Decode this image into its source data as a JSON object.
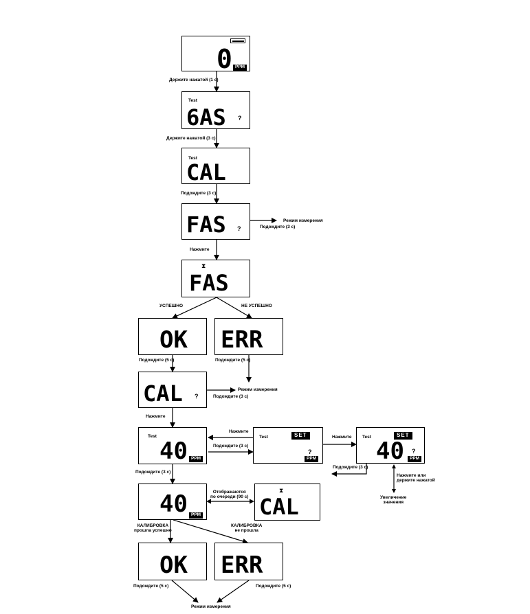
{
  "screens": {
    "s1": {
      "value": "0",
      "unit": "PPM"
    },
    "s2": {
      "test": "Test",
      "value": "6AS",
      "q": "?"
    },
    "s3": {
      "test": "Test",
      "value": "CAL"
    },
    "s4": {
      "value": "FAS",
      "q": "?"
    },
    "s5": {
      "value": "FAS"
    },
    "s6a": {
      "value": "OK"
    },
    "s6b": {
      "value": "ERR"
    },
    "s7": {
      "value": "CAL",
      "q": "?"
    },
    "s8": {
      "test": "Test",
      "value": "40",
      "unit": "PPM"
    },
    "s8b": {
      "test": "Test",
      "set": "SET",
      "q": "?",
      "unit": "PPM"
    },
    "s8c": {
      "test": "Test",
      "set": "SET",
      "value": "40",
      "q": "?",
      "unit": "PPM"
    },
    "s9": {
      "value": "40",
      "unit": "PPM"
    },
    "s9b": {
      "value": "CAL"
    },
    "s10a": {
      "value": "OK"
    },
    "s10b": {
      "value": "ERR"
    }
  },
  "labels": {
    "hold1": "Держите нажатой (1 с)",
    "hold3": "Держите нажатой (3 с)",
    "wait3a": "Подождите (3 с)",
    "mode1": "Режим измерения",
    "wait3b": "Подождите (3 с)",
    "press1": "Нажмите",
    "success": "УСПЕШНО",
    "fail": "НЕ УСПЕШНО",
    "wait5a": "Подождите (5 с)",
    "wait5b": "Подождите (5 с)",
    "mode2": "Режим измерения",
    "wait3c": "Подождите (3 с)",
    "press2": "Нажмите",
    "press3": "Нажмите",
    "wait3d": "Подождите (3 с)",
    "press4": "Нажмите",
    "wait3e": "Подождите (3 с)",
    "wait3f": "Подождите (3 с)",
    "press_hold_1": "Нажмите или",
    "press_hold_2": "держите нажатой",
    "incr_1": "Увеличение",
    "incr_2": "значения",
    "alt_1": "Отображаются",
    "alt_2": "по очереди (90 с)",
    "cal_ok_1": "КАЛИБРОВКА",
    "cal_ok_2": "прошла успешно",
    "cal_fail_1": "КАЛИБРОВКА",
    "cal_fail_2": "не прошла",
    "wait5c": "Подождите (5 с)",
    "wait5d": "Подождите (5 с)",
    "mode3": "Режим измерения"
  },
  "icons": {
    "battery": "battery-icon",
    "hourglass": "hourglass-icon"
  },
  "colors": {
    "ink": "#000000",
    "background": "#ffffff"
  }
}
